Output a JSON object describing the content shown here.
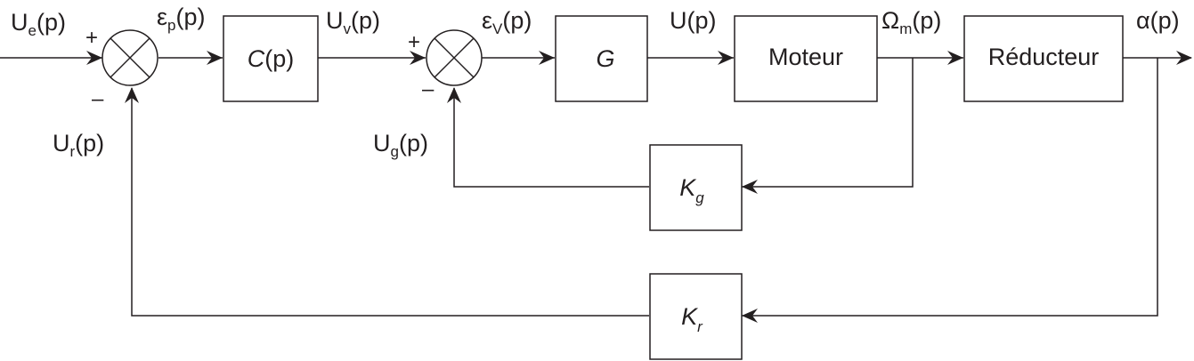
{
  "signals": {
    "ue": {
      "base": "U",
      "sub": "e",
      "suffix": "(p)"
    },
    "ep": {
      "base": "ε",
      "sub": "p",
      "suffix": "(p)"
    },
    "uv": {
      "base": "U",
      "sub": "v",
      "suffix": "(p)"
    },
    "ev": {
      "base": "ε",
      "sub": "V",
      "suffix": "(p)"
    },
    "u": {
      "base": "U",
      "sub": "",
      "suffix": "(p)"
    },
    "omega": {
      "base": "Ω",
      "sub": "m",
      "suffix": "(p)"
    },
    "alpha": {
      "base": "α",
      "sub": "",
      "suffix": "(p)"
    },
    "ur": {
      "base": "U",
      "sub": "r",
      "suffix": "(p)"
    },
    "ug": {
      "base": "U",
      "sub": "g",
      "suffix": "(p)"
    }
  },
  "blocks": {
    "c": {
      "italic": "C",
      "normal": "(p)"
    },
    "g": {
      "italic": "G",
      "normal": ""
    },
    "moteur": {
      "italic": "",
      "normal": "Moteur"
    },
    "reducteur": {
      "italic": "",
      "normal": "Réducteur"
    },
    "kg": {
      "italic": "K",
      "sub": "g"
    },
    "kr": {
      "italic": "K",
      "sub": "r"
    }
  },
  "signs": {
    "plus": "+",
    "minus": "–"
  },
  "colors": {
    "ink": "#231f20",
    "background": "#ffffff"
  }
}
